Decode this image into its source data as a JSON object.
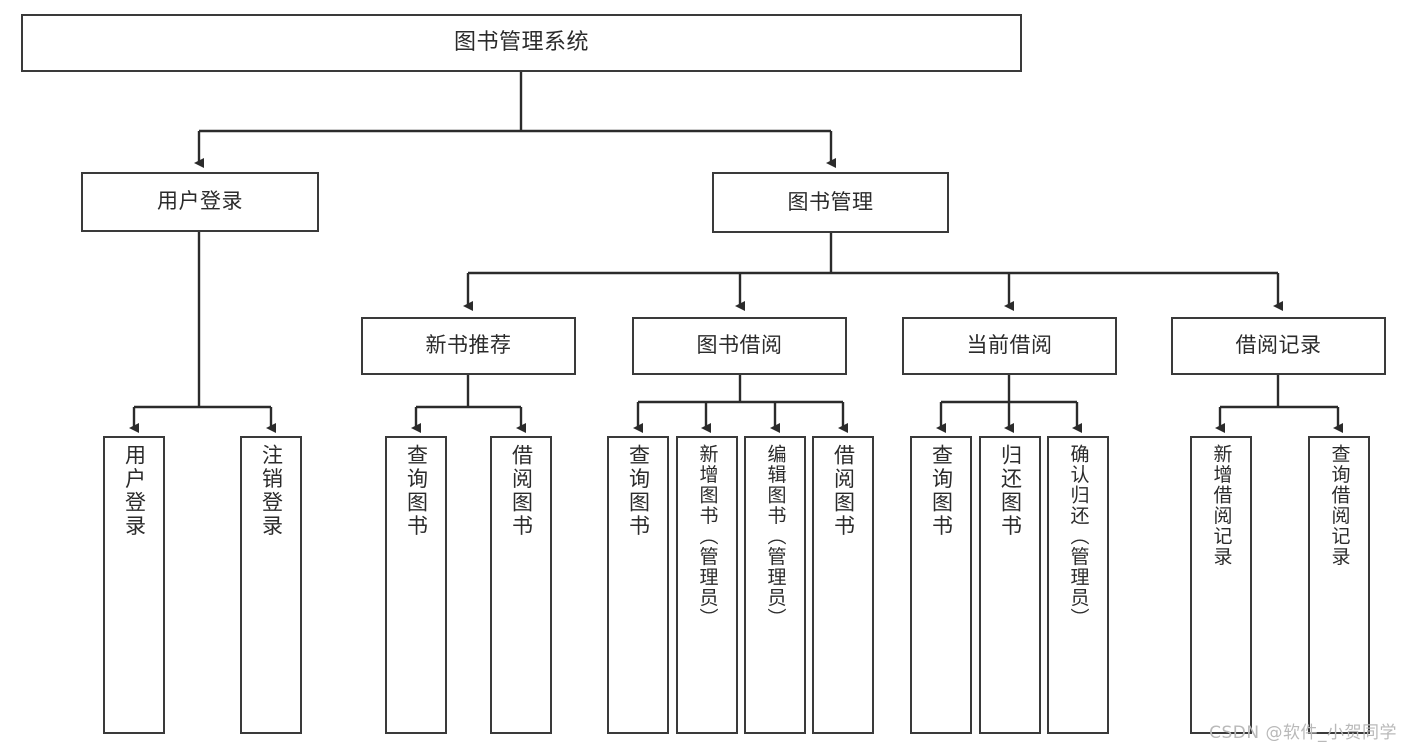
{
  "diagram": {
    "title": "图书管理系统",
    "type": "tree-hierarchy",
    "watermark": "CSDN @软件_小贺同学",
    "colors": {
      "background": "#ffffff",
      "box_border": "#3a3a3a",
      "text": "#2b2b2b",
      "edge": "#2b2b2b",
      "watermark": "#b9b9b9"
    },
    "nodes": {
      "root": {
        "label": "图书管理系统"
      },
      "level2": [
        {
          "label": "用户登录"
        },
        {
          "label": "图书管理"
        }
      ],
      "level3": [
        {
          "label": "新书推荐"
        },
        {
          "label": "图书借阅"
        },
        {
          "label": "当前借阅"
        },
        {
          "label": "借阅记录"
        }
      ],
      "leaves_user_login": [
        {
          "label": "用户登录"
        },
        {
          "label": "注销登录"
        }
      ],
      "leaves_new_book": [
        {
          "label": "查询图书"
        },
        {
          "label": "借阅图书"
        }
      ],
      "leaves_borrow": [
        {
          "label": "查询图书"
        },
        {
          "label": "新增图书（管理员）"
        },
        {
          "label": "编辑图书（管理员）"
        },
        {
          "label": "借阅图书"
        }
      ],
      "leaves_current": [
        {
          "label": "查询图书"
        },
        {
          "label": "归还图书"
        },
        {
          "label": "确认归还（管理员）"
        }
      ],
      "leaves_records": [
        {
          "label": "新增借阅记录"
        },
        {
          "label": "查询借阅记录"
        }
      ]
    }
  }
}
